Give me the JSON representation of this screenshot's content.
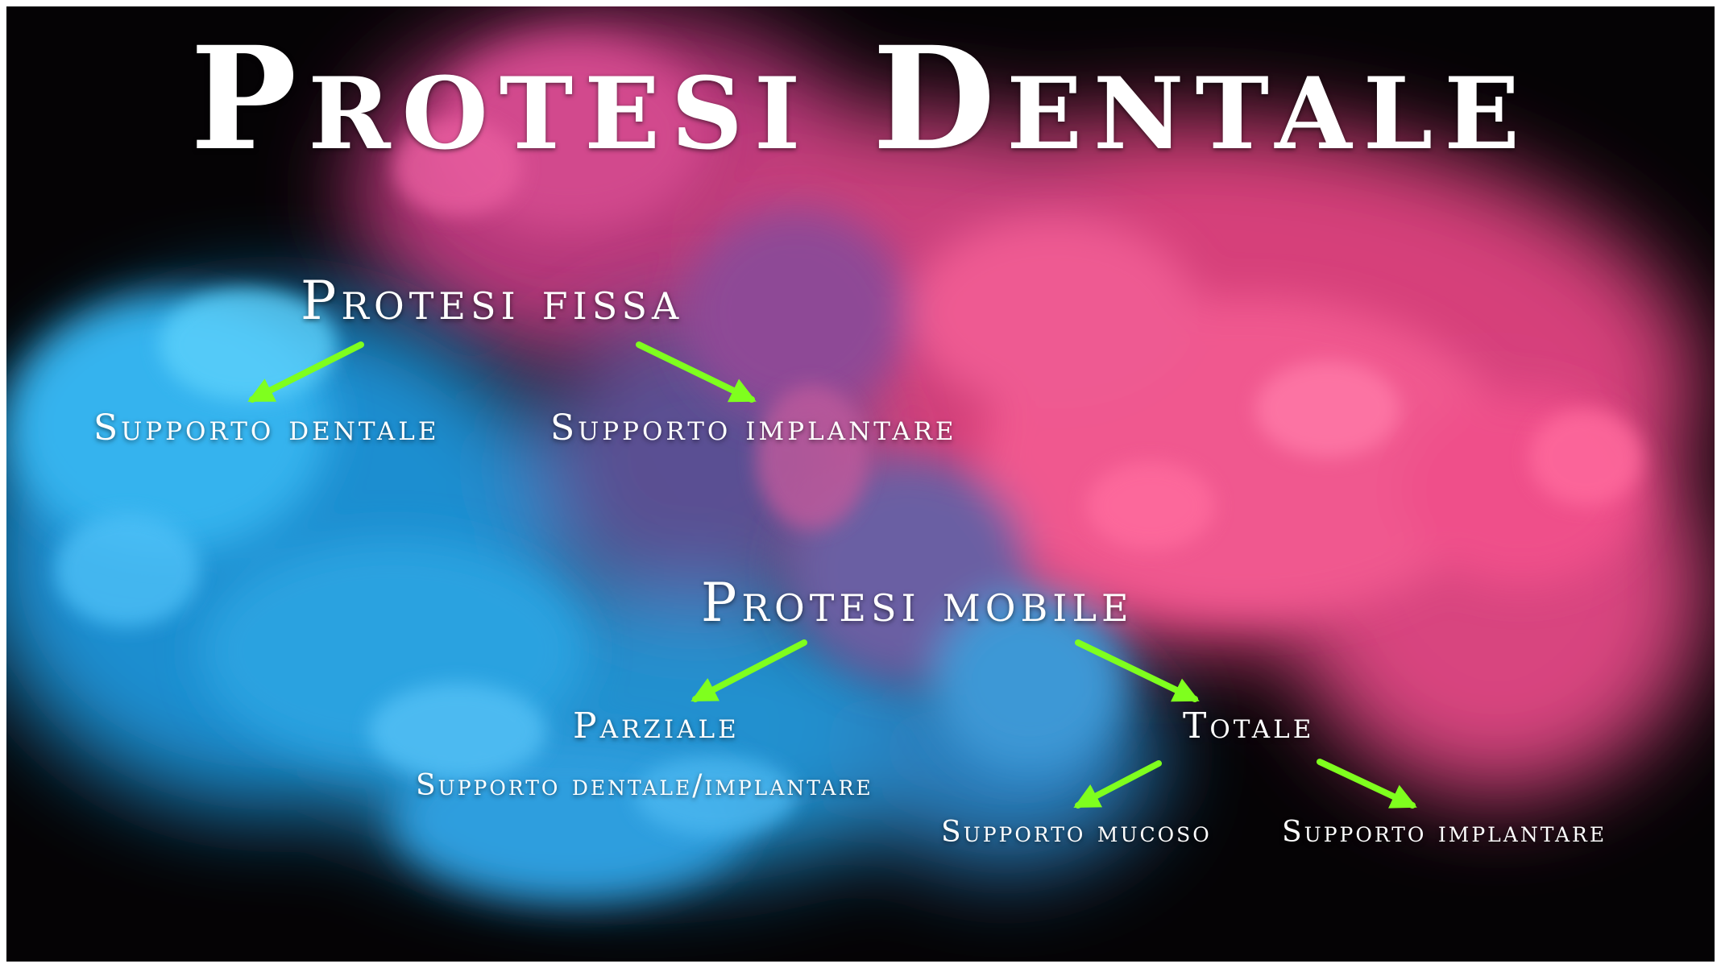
{
  "title": "Protesi Dentale",
  "fissa": {
    "title": "Protesi fissa",
    "left_child": "Supporto dentale",
    "right_child": "Supporto implantare"
  },
  "mobile": {
    "title": "Protesi mobile",
    "parziale": {
      "label": "Parziale",
      "support": "Supporto dentale/implantare"
    },
    "totale": {
      "label": "Totale",
      "support_mucoso": "Supporto mucoso",
      "support_implantare": "Supporto implantare"
    }
  },
  "colors": {
    "arrow": "#7fff1e",
    "text": "#ffffff",
    "background": "#050305",
    "ink_blue": "#2aa8e6",
    "ink_pink": "#ee4b8c"
  }
}
